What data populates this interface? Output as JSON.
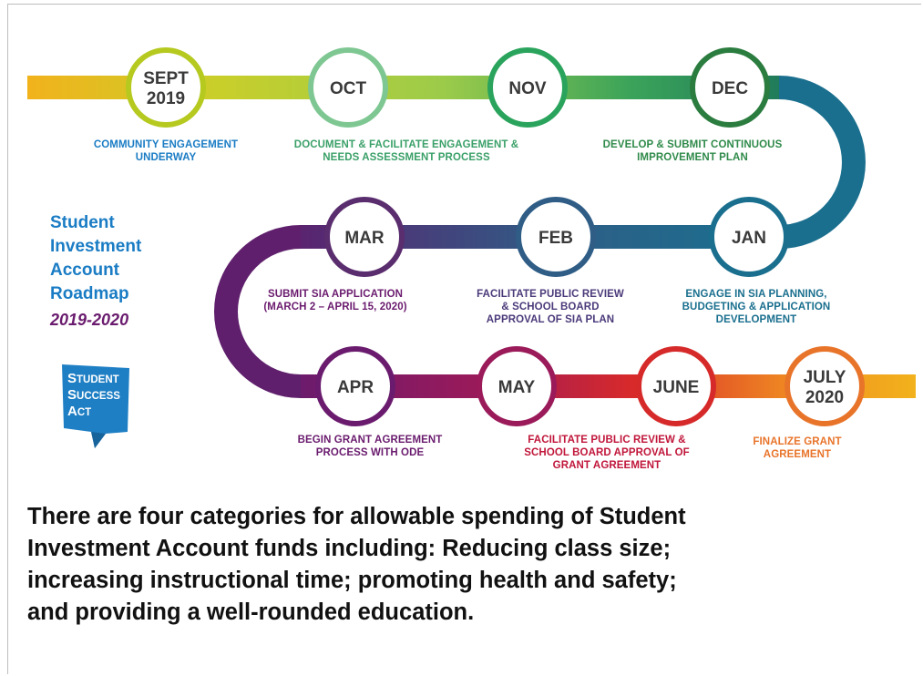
{
  "title": {
    "lines": [
      "Student",
      "Investment",
      "Account",
      "Roadmap"
    ],
    "years": "2019-2020"
  },
  "logo": {
    "lines": [
      "STUDENT",
      "SUCCESS",
      "ACT"
    ],
    "color": "#1f7fc4"
  },
  "milestones": [
    {
      "id": "sept",
      "label_lines": [
        "SEPT",
        "2019"
      ],
      "color": "#b5c91f",
      "caption_lines": [
        "COMMUNITY ENGAGEMENT",
        "UNDERWAY"
      ],
      "caption_color": "#1a7cc4"
    },
    {
      "id": "oct",
      "label_lines": [
        "OCT"
      ],
      "color": "#7ec792",
      "caption_lines": [
        "DOCUMENT & FACILITATE ENGAGEMENT &",
        "NEEDS ASSESSMENT PROCESS"
      ],
      "caption_color": "#3aa068"
    },
    {
      "id": "nov",
      "label_lines": [
        "NOV"
      ],
      "color": "#2aa45c",
      "caption_lines": [],
      "caption_color": "#2aa45c"
    },
    {
      "id": "dec",
      "label_lines": [
        "DEC"
      ],
      "color": "#2b7c3f",
      "caption_lines": [
        "DEVELOP & SUBMIT CONTINUOUS",
        "IMPROVEMENT PLAN"
      ],
      "caption_color": "#2f8a4a"
    },
    {
      "id": "jan",
      "label_lines": [
        "JAN"
      ],
      "color": "#1a6f8e",
      "caption_lines": [
        "ENGAGE IN SIA PLANNING,",
        "BUDGETING & APPLICATION",
        "DEVELOPMENT"
      ],
      "caption_color": "#1a6f8e"
    },
    {
      "id": "feb",
      "label_lines": [
        "FEB"
      ],
      "color": "#2f5d86",
      "caption_lines": [
        "FACILITATE PUBLIC REVIEW",
        "& SCHOOL BOARD",
        "APPROVAL OF SIA PLAN"
      ],
      "caption_color": "#4b3a7a"
    },
    {
      "id": "mar",
      "label_lines": [
        "MAR"
      ],
      "color": "#5a2d6e",
      "caption_lines": [
        "SUBMIT SIA APPLICATION",
        "(MARCH 2 – APRIL 15, 2020)"
      ],
      "caption_color": "#6a1b6e"
    },
    {
      "id": "apr",
      "label_lines": [
        "APR"
      ],
      "color": "#6a1b6e",
      "caption_lines": [
        "BEGIN GRANT AGREEMENT",
        "PROCESS WITH ODE"
      ],
      "caption_color": "#6a1b6e"
    },
    {
      "id": "may",
      "label_lines": [
        "MAY"
      ],
      "color": "#9a1a5a",
      "caption_lines": [],
      "caption_color": "#b3154a"
    },
    {
      "id": "june",
      "label_lines": [
        "JUNE"
      ],
      "color": "#d62a2a",
      "caption_lines": [
        "FACILITATE PUBLIC REVIEW &",
        "SCHOOL BOARD APPROVAL OF",
        "GRANT AGREEMENT"
      ],
      "caption_color": "#c0163a"
    },
    {
      "id": "july",
      "label_lines": [
        "JULY",
        "2020"
      ],
      "color": "#e8742a",
      "caption_lines": [
        "FINALIZE GRANT",
        "AGREEMENT"
      ],
      "caption_color": "#e8742a"
    }
  ],
  "footer": {
    "lines": [
      "There are four categories for allowable spending of Student",
      "Investment Account funds including: Reducing class size;",
      "increasing instructional time; promoting health and safety;",
      "and providing a well-rounded education."
    ]
  }
}
